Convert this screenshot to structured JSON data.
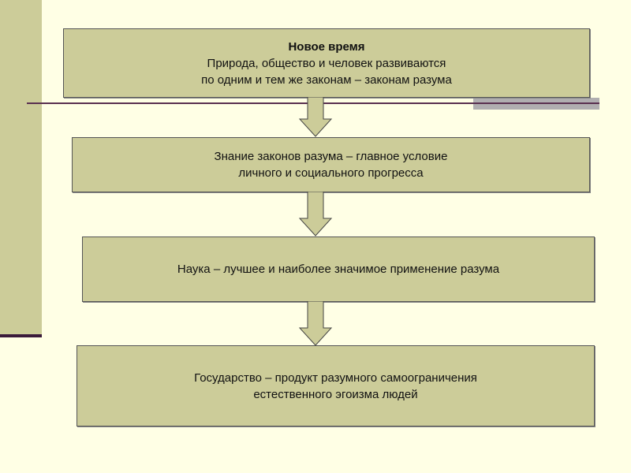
{
  "boxes": [
    {
      "title": "Новое время",
      "lines": [
        "Природа, общество и человек развиваются",
        "по одним и тем же законам – законам разума"
      ]
    },
    {
      "lines": [
        "Знание законов разума – главное условие",
        "личного и социального прогресса"
      ]
    },
    {
      "lines": [
        "Наука – лучшее и наиболее значимое применение разума"
      ]
    },
    {
      "lines": [
        "Государство – продукт разумного самоограничения",
        "естественного эгоизма людей"
      ]
    }
  ],
  "colors": {
    "box": "#cccc99",
    "background": "#ffffe5",
    "accent_line": "#3a1a3a"
  }
}
